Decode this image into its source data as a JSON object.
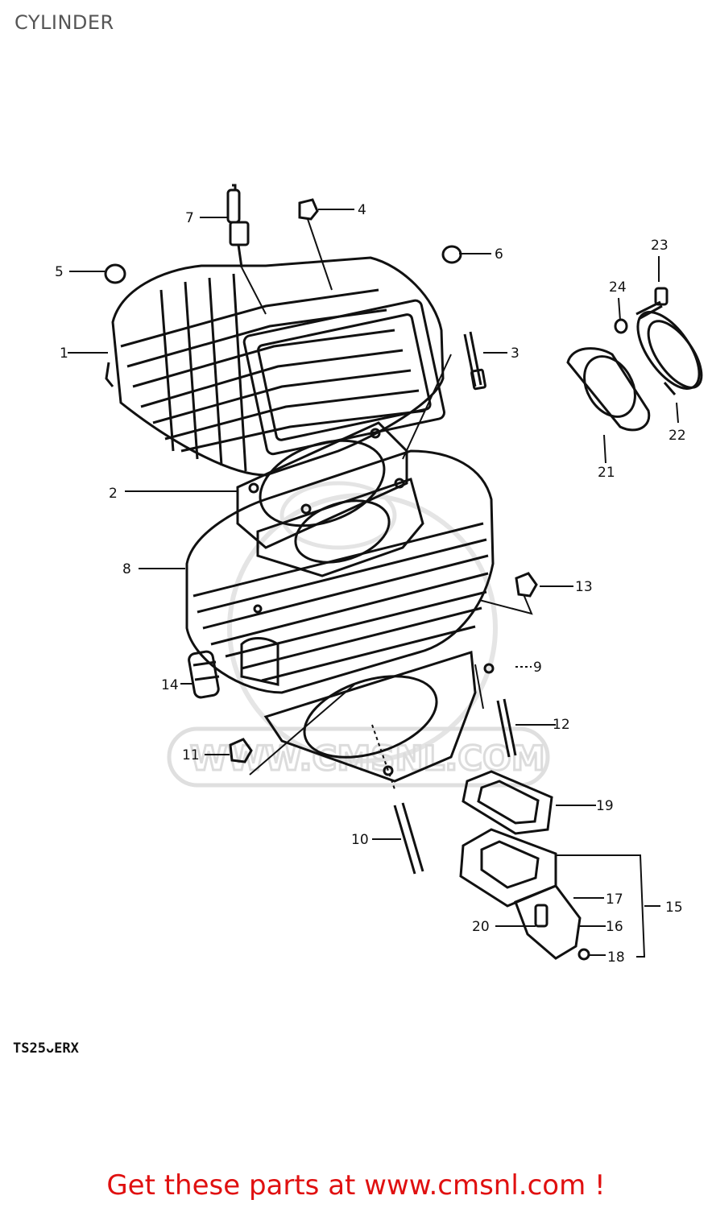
{
  "title": "CYLINDER",
  "model_code": "TS25ᴗERX",
  "footer": {
    "link_text": "Get these parts at www.cmsnl.com !"
  },
  "watermark_text": "WWW.CMSNL.COM",
  "colors": {
    "footer": "#e01010",
    "title": "#555555",
    "lines": "#111111"
  },
  "callouts": [
    "1",
    "2",
    "3",
    "4",
    "5",
    "6",
    "7",
    "8",
    "9",
    "10",
    "11",
    "12",
    "13",
    "14",
    "15",
    "16",
    "17",
    "18",
    "19",
    "20",
    "21",
    "22",
    "23",
    "24"
  ]
}
